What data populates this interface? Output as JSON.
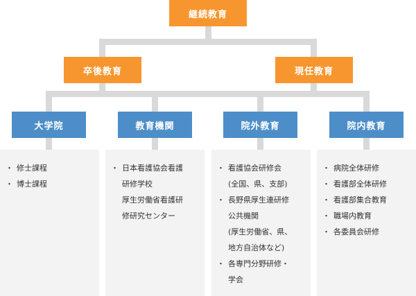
{
  "root": {
    "label": "継続教育"
  },
  "level2": [
    {
      "label": "卒後教育"
    },
    {
      "label": "現任教育"
    }
  ],
  "level3": [
    {
      "label": "大学院",
      "items": [
        [
          "修士課程"
        ],
        [
          "博士課程"
        ]
      ]
    },
    {
      "label": "教育機関",
      "items": [
        [
          "日本看護協会看護",
          "研修学校",
          "厚生労働省看護研",
          "修研究センター"
        ]
      ]
    },
    {
      "label": "院外教育",
      "items": [
        [
          "看護協会研修会",
          "(全国、県、支部)"
        ],
        [
          "長野県厚生連研修",
          "公共機関",
          "(厚生労働省、県、",
          "地方自治体など)"
        ],
        [
          "各専門分野研修・",
          "学会"
        ]
      ]
    },
    {
      "label": "院内教育",
      "items": [
        [
          "病院全体研修"
        ],
        [
          "看護部全体研修"
        ],
        [
          "看護部集合教育"
        ],
        [
          "職場内教育"
        ],
        [
          "各委員会研修"
        ]
      ]
    }
  ],
  "bullet_glyph": "・",
  "colors": {
    "orange": "#f7962e",
    "blue": "#4d8ec8",
    "connector": "#d9d9d9",
    "panel": "#f3f3f3"
  }
}
